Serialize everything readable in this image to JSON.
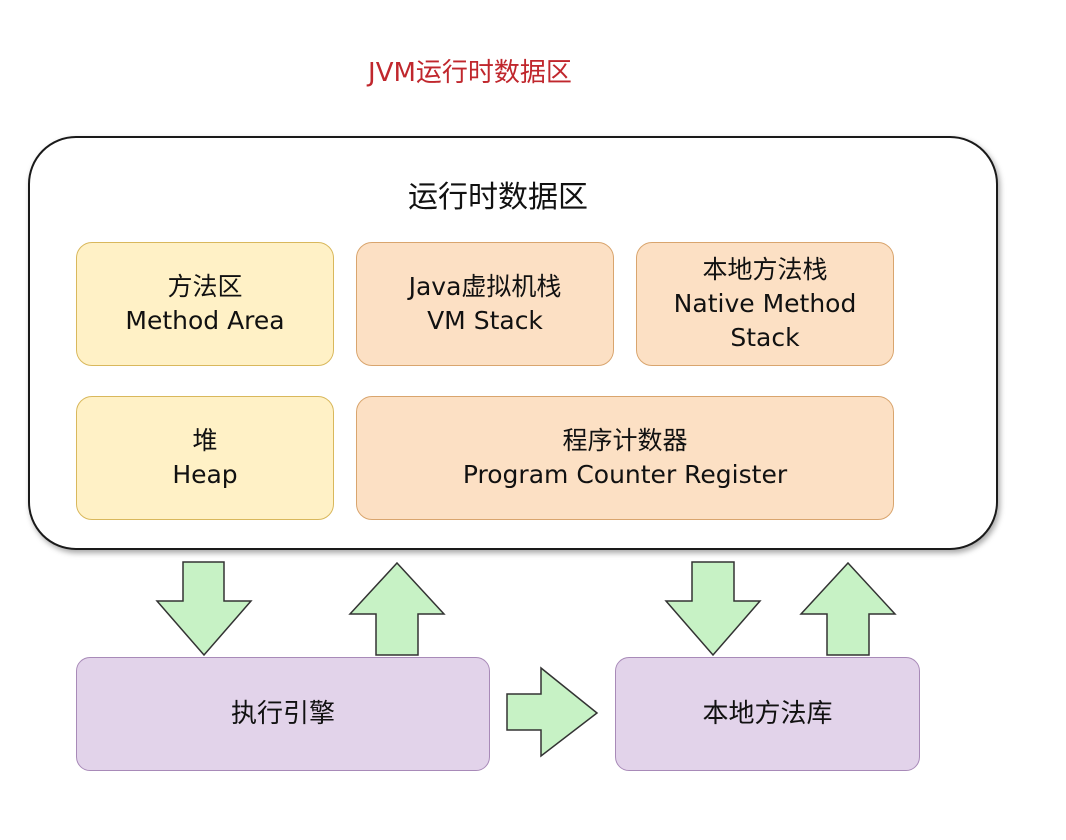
{
  "title": "JVM运行时数据区",
  "container": {
    "title": "运行时数据区"
  },
  "boxes": {
    "method_area": {
      "zh": "方法区",
      "en": "Method Area"
    },
    "vm_stack": {
      "zh": "Java虚拟机栈",
      "en": "VM Stack"
    },
    "native_stack": {
      "zh": "本地方法栈",
      "en1": "Native Method",
      "en2": "Stack"
    },
    "heap": {
      "zh": "堆",
      "en": "Heap"
    },
    "pc_register": {
      "zh": "程序计数器",
      "en": "Program Counter Register"
    },
    "execution_engine": {
      "label": "执行引擎"
    },
    "native_library": {
      "label": "本地方法库"
    }
  },
  "colors": {
    "title_red": "#c0272d",
    "yellow_box": "#fff1c6",
    "orange_box": "#fce0c4",
    "purple_box": "#e2d3ea",
    "arrow_fill": "#c7f2c5",
    "arrow_stroke": "#333333"
  },
  "arrows": [
    {
      "name": "arrow-down-to-execution-engine",
      "direction": "down"
    },
    {
      "name": "arrow-up-from-execution-engine",
      "direction": "up"
    },
    {
      "name": "arrow-down-to-native-library",
      "direction": "down"
    },
    {
      "name": "arrow-up-from-native-library",
      "direction": "up"
    },
    {
      "name": "arrow-right-engine-to-library",
      "direction": "right"
    }
  ]
}
